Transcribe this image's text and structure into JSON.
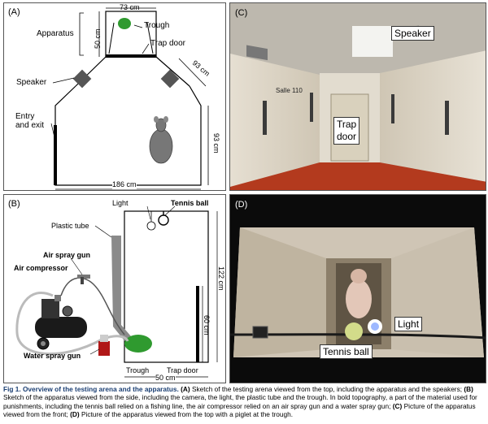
{
  "panel_a": {
    "tag": "(A)",
    "dim_top": "73 cm",
    "trough": "Trough",
    "apparatus": "Apparatus",
    "dim_side": "50 cm",
    "trap_door": "Trap door",
    "speaker": "Speaker",
    "dim_diag": "93 cm",
    "entry": "Entry",
    "and_exit": "and exit",
    "dim_right": "93 cm",
    "dim_bottom": "186 cm"
  },
  "panel_b": {
    "tag": "(B)",
    "light": "Light",
    "tennis_ball": "Tennis ball",
    "plastic_tube": "Plastic tube",
    "air_spray_gun": "Air spray gun",
    "air_compressor": "Air compressor",
    "water_spray_gun": "Water spray gun",
    "dim_122": "122 cm",
    "dim_60": "60 cm",
    "trough": "Trough",
    "trap_door": "Trap door",
    "dim_50": "50 cm"
  },
  "panel_c": {
    "tag": "(C)",
    "speaker": "Speaker",
    "trap": "Trap",
    "door": "door",
    "sign": "Salle 110"
  },
  "panel_d": {
    "tag": "(D)",
    "light": "Light",
    "tennis_ball": "Tennis ball"
  },
  "caption": {
    "title": "Fig 1. Overview of the testing arena and the apparatus.",
    "a_label": "(A)",
    "a_text": "Sketch of the testing arena viewed from the top, including the apparatus and the speakers;",
    "b_label": "(B)",
    "b_text": "Sketch of the apparatus viewed from the side, including the camera, the light, the plastic tube and the trough. In bold topography, a part of the material used for punishments, including the tennis ball relied on a fishing line, the air compressor relied on an air spray gun and a water spray gun;",
    "c_label": "(C)",
    "c_text": "Picture of the apparatus viewed from the front;",
    "d_label": "(D)",
    "d_text": "Picture of the apparatus viewed from the top with a piglet at the trough."
  },
  "colors": {
    "caption_title": "#1b3f73",
    "trough_green": "#2f9a2f",
    "floor_red": "#b33a1e"
  }
}
